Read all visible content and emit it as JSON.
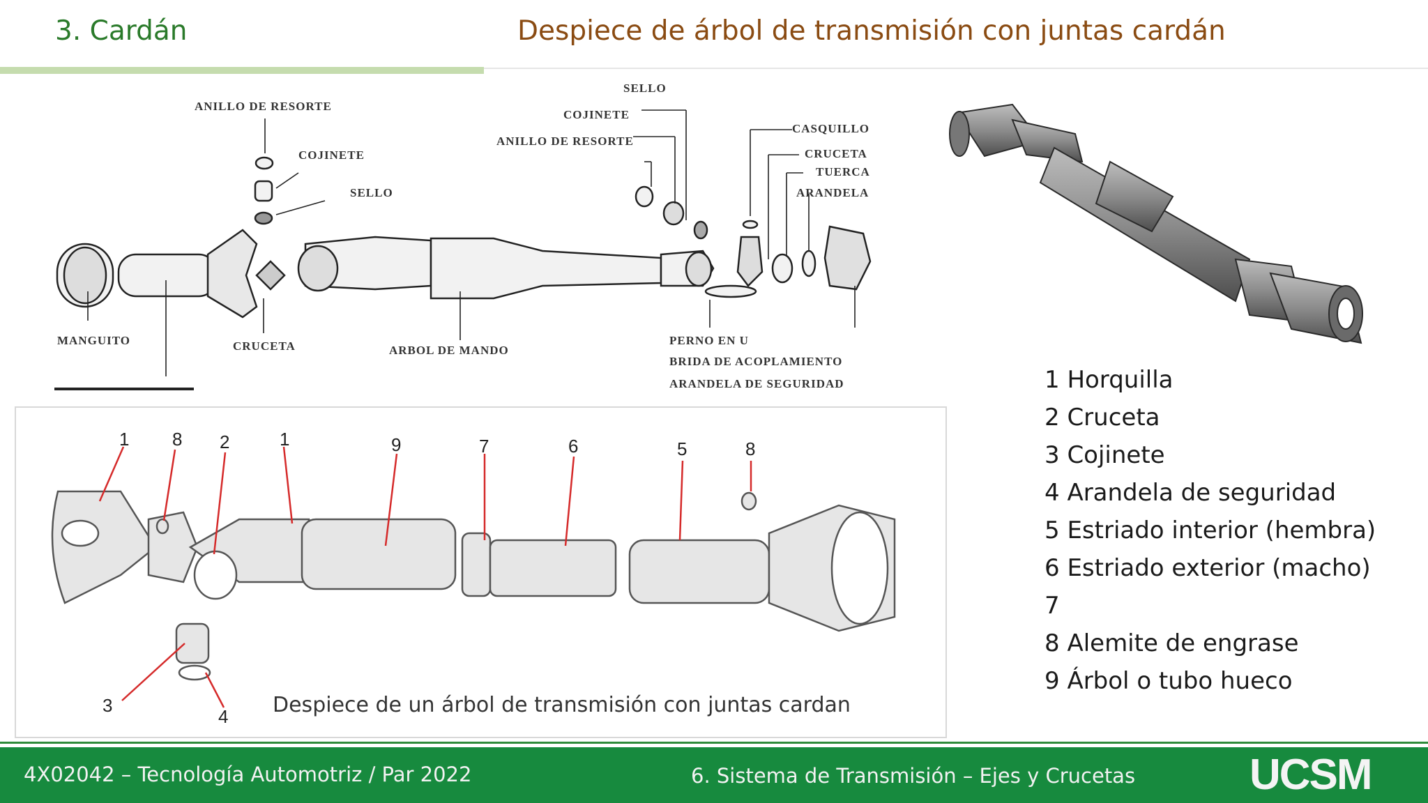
{
  "header": {
    "section_title": "3. Cardán",
    "slide_title": "Despiece de árbol de transmisión con juntas cardán"
  },
  "top_diagram_labels": {
    "anillo_resorte_left": "ANILLO DE RESORTE",
    "cojinete_left": "COJINETE",
    "sello_left": "SELLO",
    "sello_right": "SELLO",
    "cojinete_right": "COJINETE",
    "anillo_resorte_right": "ANILLO DE RESORTE",
    "casquillo": "CASQUILLO",
    "cruceta_right": "CRUCETA",
    "tuerca": "TUERCA",
    "arandela": "ARANDELA",
    "manguito": "MANGUITO",
    "cruceta_left": "CRUCETA",
    "arbol_mando": "ARBOL DE MANDO",
    "perno_u": "PERNO EN U",
    "brida": "BRIDA DE ACOPLAMIENTO",
    "arandela_seguridad": "ARANDELA DE SEGURIDAD"
  },
  "bottom_diagram": {
    "caption": "Despiece de un árbol de transmisión con juntas cardan",
    "callouts": [
      "1",
      "8",
      "2",
      "1",
      "9",
      "7",
      "6",
      "5",
      "8",
      "3",
      "4"
    ]
  },
  "legend": [
    "1 Horquilla",
    "2 Cruceta",
    "3 Cojinete",
    "4 Arandela de seguridad",
    "5 Estriado interior (hembra)",
    "6 Estriado exterior (macho)",
    "7",
    "8 Alemite de engrase",
    "9 Árbol o tubo hueco"
  ],
  "footer": {
    "course": "4X02042 – Tecnología Automotriz  / Par 2022",
    "topic": "6. Sistema de Transmisión – Ejes y Crucetas",
    "logo_text": "UCSM"
  },
  "colors": {
    "section_title": "#2a7a2a",
    "slide_title": "#8a4b12",
    "footer_bg": "#178a3e",
    "accent_bar": "#c5dcae"
  }
}
